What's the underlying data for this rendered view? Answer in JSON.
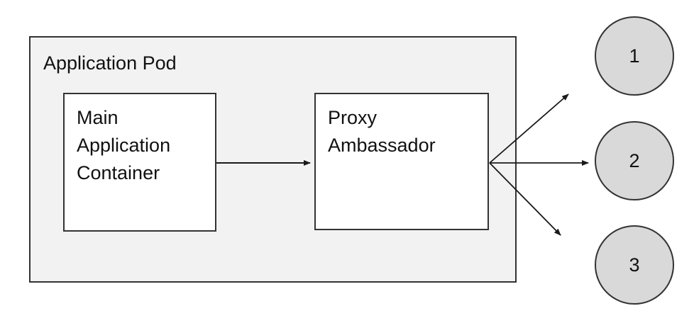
{
  "colors": {
    "pod_fill": "#f2f2f2",
    "node_fill": "#ffffff",
    "stroke": "#333333",
    "circle_fill": "#d9d9d9",
    "arrow": "#1a1a1a",
    "text": "#111111"
  },
  "pod": {
    "label": "Application Pod"
  },
  "nodes": [
    {
      "id": "main-application-container",
      "label": "Main\nApplication\nContainer"
    },
    {
      "id": "proxy-ambassador",
      "label": "Proxy\nAmbassador"
    }
  ],
  "endpoints": [
    {
      "label": "1"
    },
    {
      "label": "2"
    },
    {
      "label": "3"
    }
  ],
  "edges": [
    {
      "from": "main-application-container",
      "to": "proxy-ambassador"
    },
    {
      "from": "proxy-ambassador",
      "to": "endpoint-1"
    },
    {
      "from": "proxy-ambassador",
      "to": "endpoint-2"
    },
    {
      "from": "proxy-ambassador",
      "to": "endpoint-3"
    }
  ]
}
